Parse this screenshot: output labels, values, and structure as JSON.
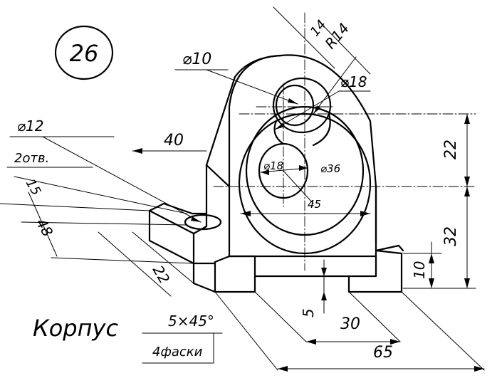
{
  "sheet": {
    "number": "26",
    "title": "Корпус"
  },
  "dimensions": {
    "d10": "⌀10",
    "d18_top": "⌀18",
    "d18_center": "⌀18",
    "d36": "⌀36",
    "d12": "⌀12",
    "holes_count": "2отв.",
    "r14": "R14",
    "d14": "14",
    "d40": "40",
    "d15": "15",
    "d48": "48",
    "d22_left": "22",
    "d22_right": "22",
    "d32": "32",
    "d10_right": "10",
    "d5": "5",
    "d30": "30",
    "d65": "65",
    "angle45": "45",
    "chamfer": "5×45°",
    "chamfer_note": "4фаски"
  }
}
